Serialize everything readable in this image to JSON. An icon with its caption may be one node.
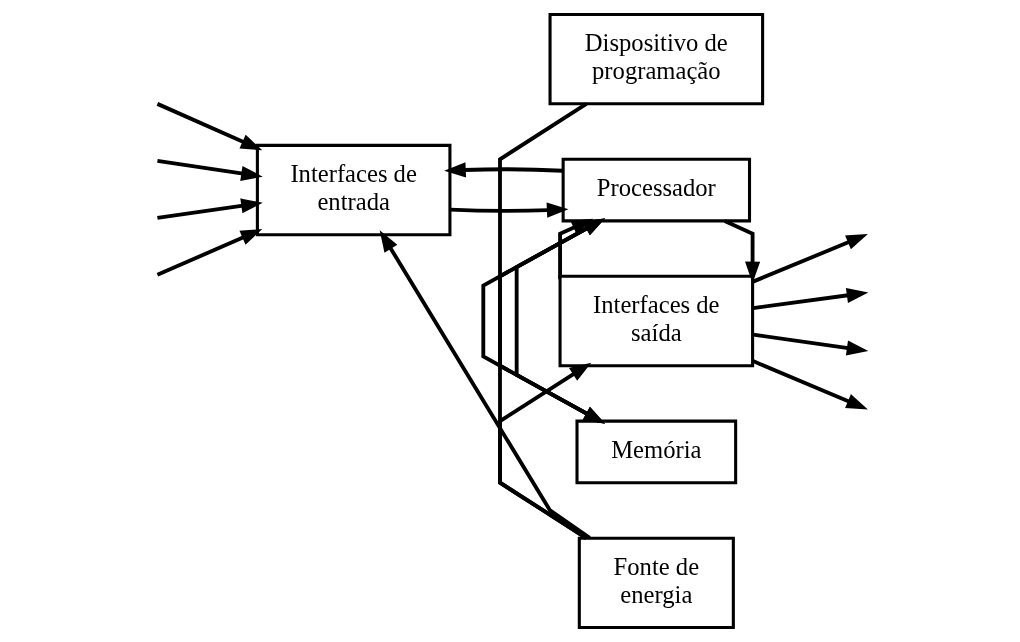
{
  "diagram": {
    "nodes": [
      {
        "text": [
          "Dispositivo de programação"
        ]
      },
      {
        "text": [
          "Memória"
        ]
      },
      {
        "text": [
          "Interfaces de entrada"
        ]
      },
      {
        "text": [
          "Processador"
        ]
      },
      {
        "text": [
          "Interfaces de saída"
        ]
      },
      {
        "text": [
          "Fonte de energia"
        ]
      }
    ],
    "edges": [
      {
        "from": 0,
        "to": 1,
        "arrow": "to"
      },
      {
        "from": 1,
        "to": 3,
        "arrow": "to"
      },
      {
        "from": 3,
        "to": 1,
        "arrow": "to"
      },
      {
        "from": null,
        "to": 2,
        "arrow": "to"
      },
      {
        "from": null,
        "to": 2,
        "arrow": "to"
      },
      {
        "from": null,
        "to": 2,
        "arrow": "to"
      },
      {
        "from": null,
        "to": 2,
        "arrow": "to"
      },
      {
        "from": 2,
        "to": 3,
        "arrow": "to"
      },
      {
        "from": 3,
        "to": 2,
        "arrow": "to"
      },
      {
        "from": 3,
        "to": 4,
        "arrow": "to"
      },
      {
        "from": 4,
        "to": 3,
        "arrow": "to"
      },
      {
        "from": 4,
        "to": null,
        "arrow": "to"
      },
      {
        "from": 4,
        "to": null,
        "arrow": "to"
      },
      {
        "from": 4,
        "to": null,
        "arrow": "to"
      },
      {
        "from": 4,
        "to": null,
        "arrow": "to"
      },
      {
        "from": 5,
        "to": 2,
        "arrow": "to"
      },
      {
        "from": 5,
        "to": 3,
        "arrow": "to"
      },
      {
        "from": 5,
        "to": 4,
        "arrow": "to"
      }
    ]
  }
}
